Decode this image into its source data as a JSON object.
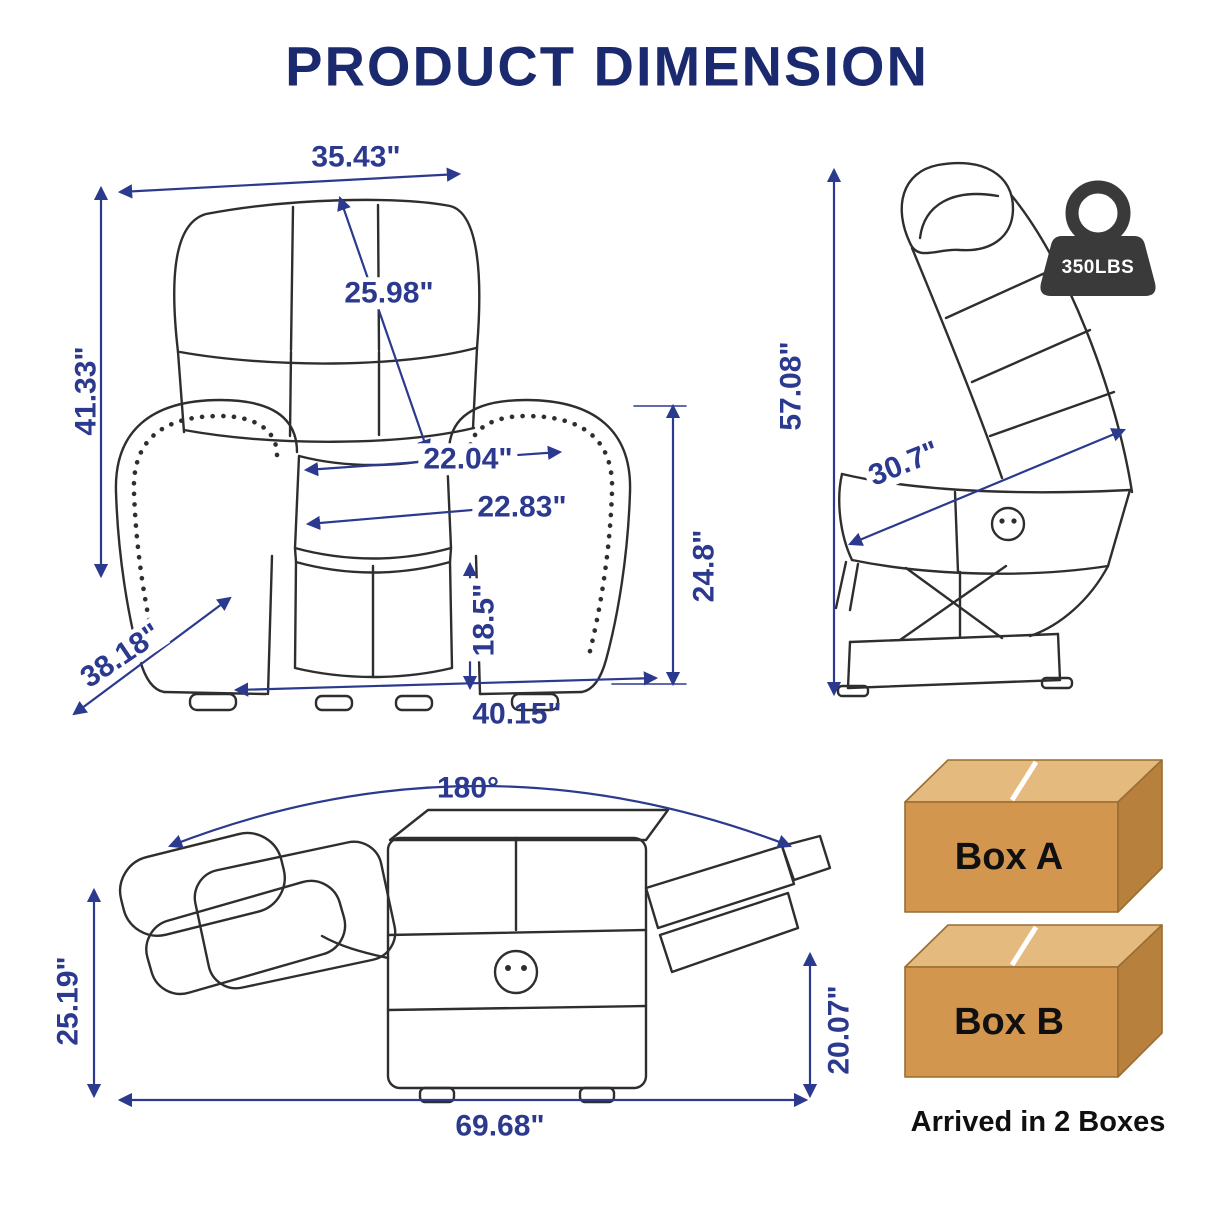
{
  "title": "PRODUCT DIMENSION",
  "front_view": {
    "top_width": "35.43\"",
    "back_diagonal": "25.98\"",
    "overall_height": "41.33\"",
    "seat_width_upper": "22.04\"",
    "seat_width_lower": "22.83\"",
    "seat_height": "18.5\"",
    "arm_height": "24.8\"",
    "overall_depth": "38.18\"",
    "base_width": "40.15\""
  },
  "side_view": {
    "lift_height": "57.08\"",
    "seat_diagonal": "30.7\""
  },
  "weight_capacity": {
    "label": "350LBS"
  },
  "reclined_view": {
    "recline_angle": "180°",
    "back_height": "25.19\"",
    "footrest_height": "20.07\"",
    "total_length": "69.68\""
  },
  "packaging": {
    "box_a": "Box A",
    "box_b": "Box B",
    "note": "Arrived in 2 Boxes"
  },
  "colors": {
    "title": "#1b2a6e",
    "dimension_accent": "#2b3a8f",
    "line_art": "#2e2e2e",
    "box_front": "#d3964f",
    "box_top": "#e5ba7e",
    "box_side": "#b8803d",
    "weight_icon": "#3a3a3a"
  }
}
